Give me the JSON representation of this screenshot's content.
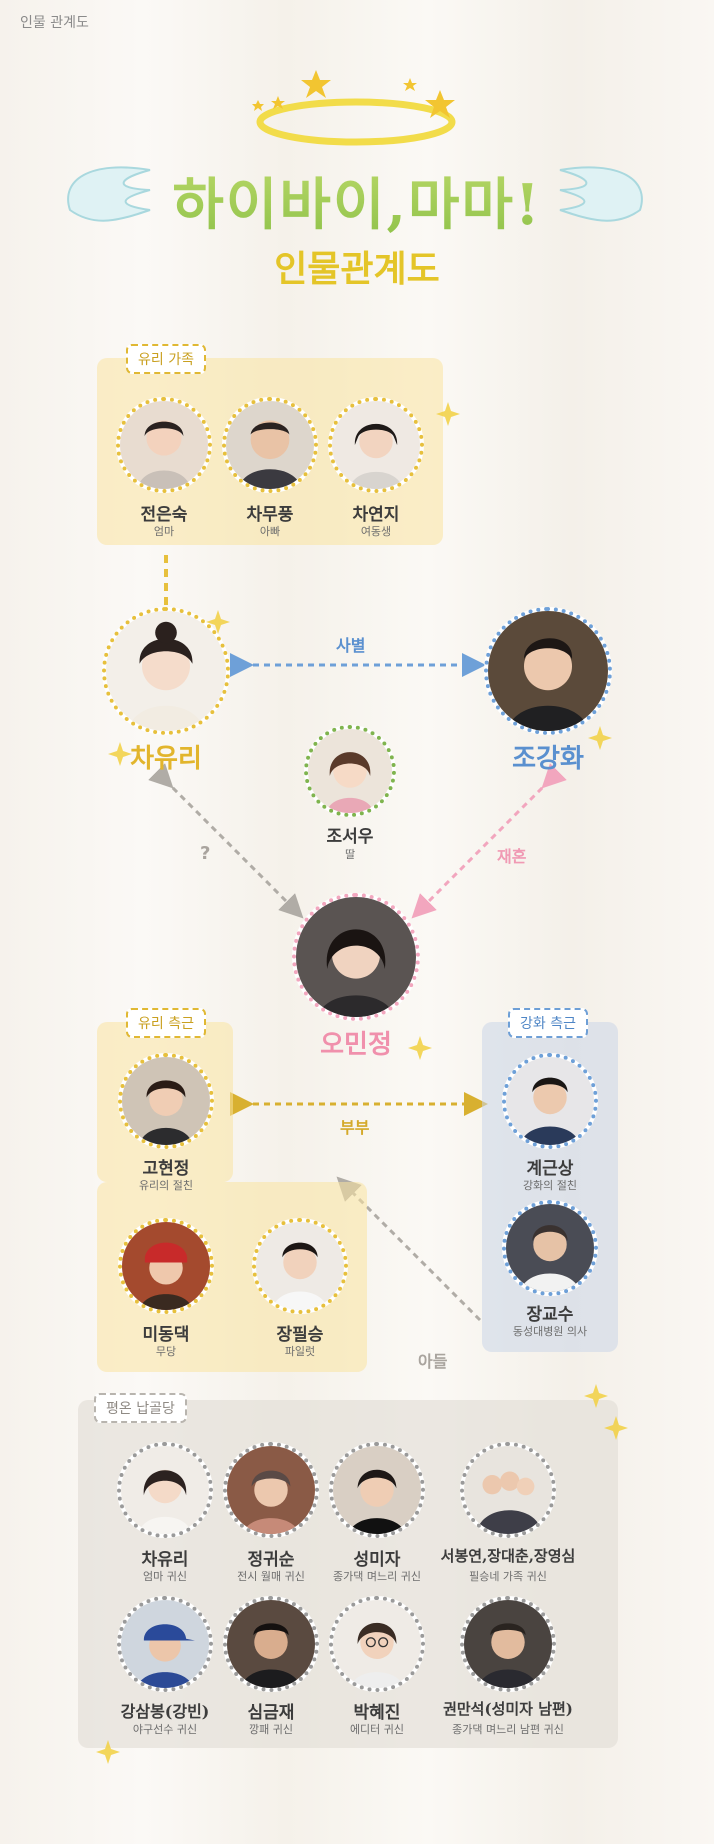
{
  "page_label": "인물 관계도",
  "title": "하이바이,마마!",
  "subtitle": "인물관계도",
  "groups": {
    "yuri_family": "유리 가족",
    "yuri_side": "유리 측근",
    "kanghwa_side": "강화 측근",
    "pyeongon": "평온 납골당"
  },
  "relations": {
    "farewell": "사별",
    "unknown": "?",
    "remarriage": "재혼",
    "couple": "부부",
    "son": "아들"
  },
  "yuri_family": [
    {
      "name": "전은숙",
      "role": "엄마"
    },
    {
      "name": "차무풍",
      "role": "아빠"
    },
    {
      "name": "차연지",
      "role": "여동생"
    }
  ],
  "main": {
    "yuri": "차유리",
    "kanghwa": "조강화",
    "seowoo": {
      "name": "조서우",
      "role": "딸"
    },
    "minjeong": "오민정"
  },
  "yuri_side": [
    {
      "name": "고현정",
      "role": "유리의 절친"
    },
    {
      "name": "미동댁",
      "role": "무당"
    },
    {
      "name": "장필승",
      "role": "파일럿"
    }
  ],
  "kanghwa_side": [
    {
      "name": "계근상",
      "role": "강화의 절친"
    },
    {
      "name": "장교수",
      "role": "동성대병원 의사"
    }
  ],
  "ghosts": [
    {
      "name": "차유리",
      "role": "엄마 귀신"
    },
    {
      "name": "정귀순",
      "role": "전시 월매 귀신"
    },
    {
      "name": "성미자",
      "role": "종가댁 며느리 귀신"
    },
    {
      "name": "서봉연,장대춘,장영심",
      "role": "필승네 가족 귀신"
    },
    {
      "name": "강삼봉(강빈)",
      "role": "야구선수 귀신"
    },
    {
      "name": "심금재",
      "role": "깡패 귀신"
    },
    {
      "name": "박혜진",
      "role": "에디터 귀신"
    },
    {
      "name": "권만석(성미자 남편)",
      "role": "종가댁 며느리 남편 귀신"
    }
  ],
  "colors": {
    "yellow": "#e7c03c",
    "blue": "#6ea0d8",
    "pink": "#f2a6be",
    "green": "#8fc24a",
    "gray": "#b8b4ae"
  }
}
